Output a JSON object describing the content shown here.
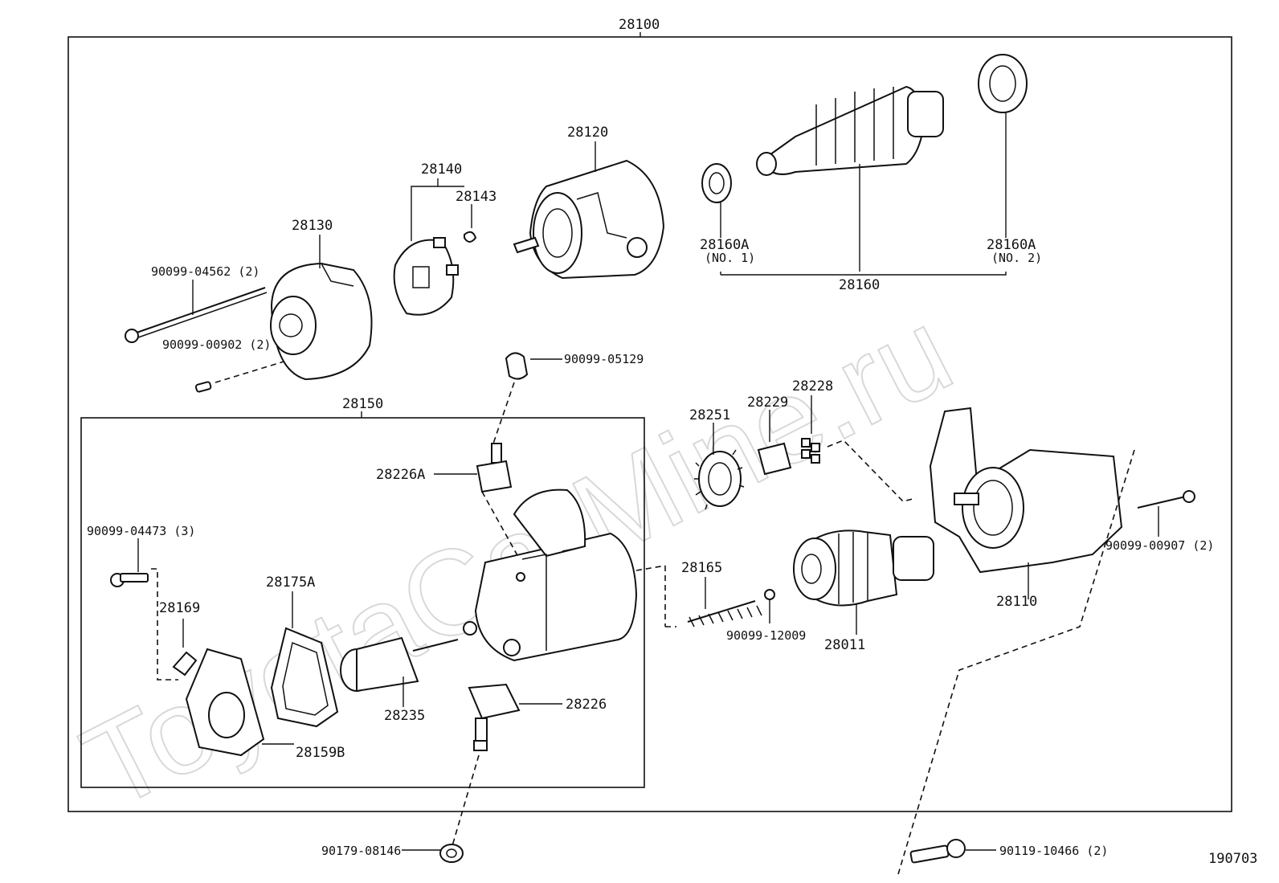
{
  "watermark": "ToyotaCarMine.ru",
  "diagram_id": "190703",
  "assembly_label": "28100",
  "subassembly_label": "28150",
  "parts": [
    {
      "key": "p28120",
      "label": "28120"
    },
    {
      "key": "p28140",
      "label": "28140"
    },
    {
      "key": "p28143",
      "label": "28143"
    },
    {
      "key": "p28130",
      "label": "28130"
    },
    {
      "key": "p90099_04562",
      "label": "90099-04562 (2)"
    },
    {
      "key": "p90099_00902",
      "label": "90099-00902 (2)"
    },
    {
      "key": "p28160A_1",
      "label": "28160A"
    },
    {
      "key": "p28160A_1b",
      "label": "(NO. 1)"
    },
    {
      "key": "p28160A_2",
      "label": "28160A"
    },
    {
      "key": "p28160A_2b",
      "label": "(NO. 2)"
    },
    {
      "key": "p28160",
      "label": "28160"
    },
    {
      "key": "p90099_05129",
      "label": "90099-05129"
    },
    {
      "key": "p28226A",
      "label": "28226A"
    },
    {
      "key": "p90099_04473",
      "label": "90099-04473 (3)"
    },
    {
      "key": "p28169",
      "label": "28169"
    },
    {
      "key": "p28175A",
      "label": "28175A"
    },
    {
      "key": "p28235",
      "label": "28235"
    },
    {
      "key": "p28226",
      "label": "28226"
    },
    {
      "key": "p28159B",
      "label": "28159B"
    },
    {
      "key": "p90179_08146",
      "label": "90179-08146"
    },
    {
      "key": "p28251",
      "label": "28251"
    },
    {
      "key": "p28229",
      "label": "28229"
    },
    {
      "key": "p28228",
      "label": "28228"
    },
    {
      "key": "p28165",
      "label": "28165"
    },
    {
      "key": "p90099_12009",
      "label": "90099-12009"
    },
    {
      "key": "p28011",
      "label": "28011"
    },
    {
      "key": "p28110",
      "label": "28110"
    },
    {
      "key": "p90099_00907",
      "label": "90099-00907 (2)"
    },
    {
      "key": "p90119_10466",
      "label": "90119-10466 (2)"
    }
  ]
}
